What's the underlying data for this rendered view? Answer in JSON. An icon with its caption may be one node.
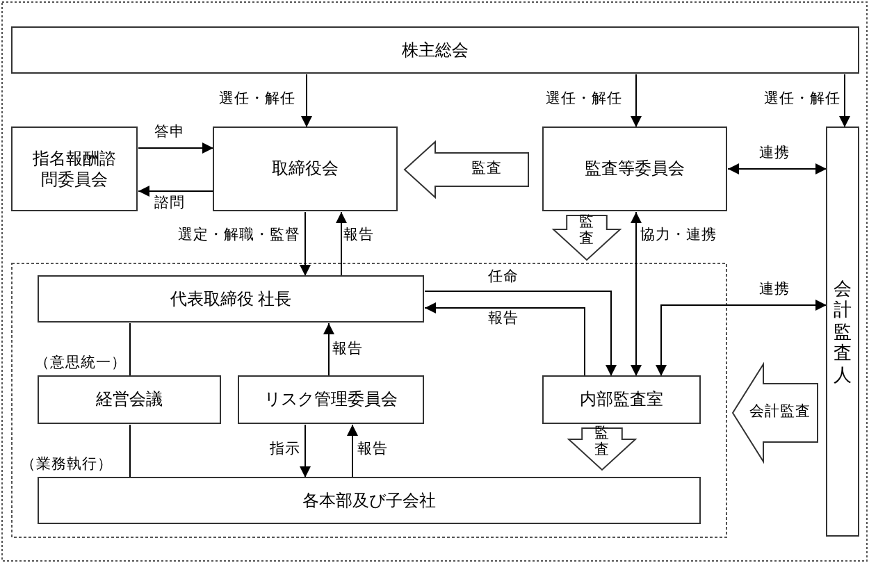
{
  "diagram": {
    "nodes": [
      {
        "text": [
          "株主総会"
        ]
      },
      {
        "text": [
          "指名報酬諮問委員会"
        ]
      },
      {
        "text": [
          "取締役会"
        ]
      },
      {
        "text": [
          "監査等委員会"
        ]
      },
      {
        "text": [
          "会計監査人"
        ]
      },
      {
        "text": [
          "代表取締役 社長"
        ]
      },
      {
        "text": [
          "経営会議"
        ]
      },
      {
        "text": [
          "リスク管理委員会"
        ]
      },
      {
        "text": [
          "内部監査室"
        ]
      },
      {
        "text": [
          "各本部及び子会社"
        ]
      }
    ],
    "edges": [
      {
        "from": 0,
        "to": 2,
        "arrow": "to",
        "label": "選任・解任"
      },
      {
        "from": 0,
        "to": 3,
        "arrow": "to",
        "label": "選任・解任"
      },
      {
        "from": 0,
        "to": 4,
        "arrow": "to",
        "label": "選任・解任"
      },
      {
        "from": 1,
        "to": 2,
        "arrow": "to",
        "label": "答申"
      },
      {
        "from": 2,
        "to": 1,
        "arrow": "to",
        "label": "諮問"
      },
      {
        "from": 3,
        "to": 4,
        "arrow": "both",
        "label": "連携"
      },
      {
        "from": 2,
        "to": 5,
        "arrow": "to",
        "label": "選定・解職・監督"
      },
      {
        "from": 5,
        "to": 2,
        "arrow": "to",
        "label": "報告"
      },
      {
        "from": 8,
        "to": 3,
        "arrow": "both",
        "label": "協力・連携"
      },
      {
        "from": 5,
        "to": 8,
        "arrow": "to",
        "label": "任命"
      },
      {
        "from": 8,
        "to": 5,
        "arrow": "to",
        "label": "報告"
      },
      {
        "from": 4,
        "to": 8,
        "arrow": "both",
        "label": "連携"
      },
      {
        "from": 5,
        "to": 6,
        "arrow": "none",
        "label": "（意思統一）"
      },
      {
        "from": 6,
        "to": 9,
        "arrow": "none",
        "label": "（業務執行）"
      },
      {
        "from": 7,
        "to": 5,
        "arrow": "to",
        "label": "報告"
      },
      {
        "from": 7,
        "to": 9,
        "arrow": "to",
        "label": "指示"
      },
      {
        "from": 9,
        "to": 7,
        "arrow": "to",
        "label": "報告"
      },
      {
        "from": 3,
        "to": 2,
        "arrow": "to",
        "label": "監査",
        "style": "thick"
      },
      {
        "from": 3,
        "to": null,
        "arrow": "to",
        "label": "監査",
        "style": "thick"
      },
      {
        "from": 8,
        "to": 9,
        "arrow": "to",
        "label": "監査",
        "style": "thick"
      },
      {
        "from": 4,
        "to": 8,
        "arrow": "to",
        "label": "会計監査",
        "style": "thick"
      }
    ]
  }
}
